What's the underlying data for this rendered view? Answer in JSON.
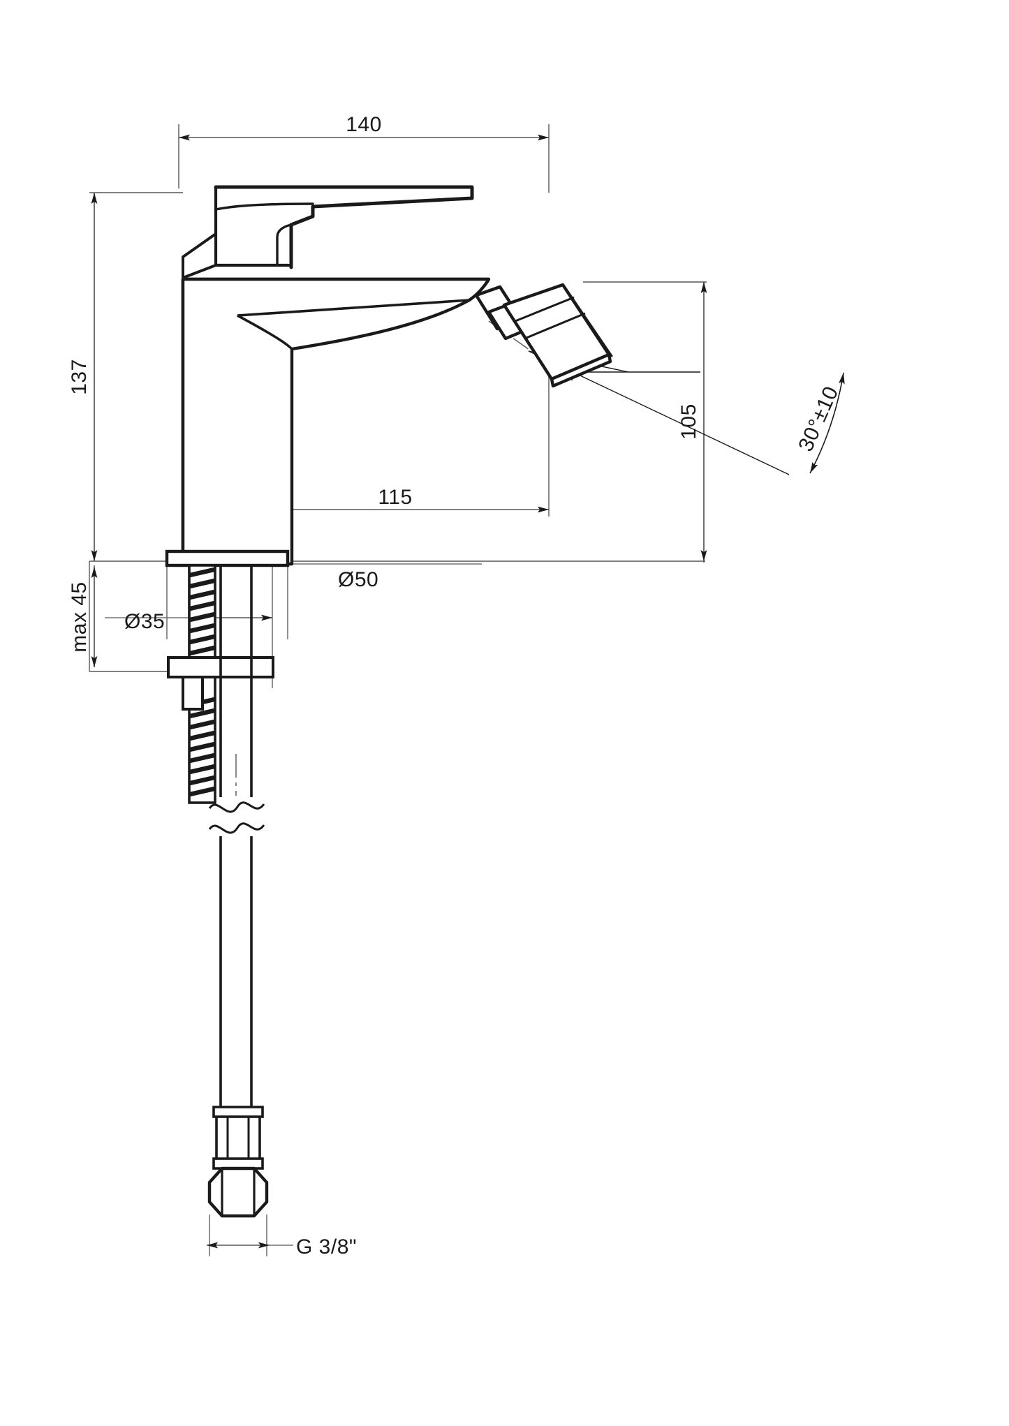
{
  "drawing": {
    "type": "technical-dimension-drawing",
    "subject": "single-lever bidet mixer tap",
    "units": "mm",
    "background_color": "#ffffff",
    "line_color": "#1a1a1a",
    "thin_line_color": "#55555c",
    "body_color": "#ffffff"
  },
  "dimensions": {
    "overall_width": "140",
    "overall_height": "137",
    "spout_height": "105",
    "spout_reach": "115",
    "max_counter_thickness": "max 45",
    "escutcheon_diameter": "Ø50",
    "mounting_hole_diameter": "Ø35",
    "swivel_angle": "30°±10",
    "supply_thread": "G 3/8\""
  },
  "labels": [
    {
      "id": "width-140",
      "text": "140",
      "rotation": 0
    },
    {
      "id": "height-137",
      "text": "137",
      "rotation": -90
    },
    {
      "id": "spout-height-105",
      "text": "105",
      "rotation": -90
    },
    {
      "id": "spout-reach-115",
      "text": "115",
      "rotation": 0
    },
    {
      "id": "max-45",
      "text": "max 45",
      "rotation": -90
    },
    {
      "id": "dia-50",
      "text": "Ø50",
      "rotation": 0
    },
    {
      "id": "dia-35",
      "text": "Ø35",
      "rotation": 0
    },
    {
      "id": "angle-30",
      "text": "30°±10",
      "rotation": -62
    },
    {
      "id": "thread-g38",
      "text": "G 3/8\"",
      "rotation": 0
    }
  ]
}
